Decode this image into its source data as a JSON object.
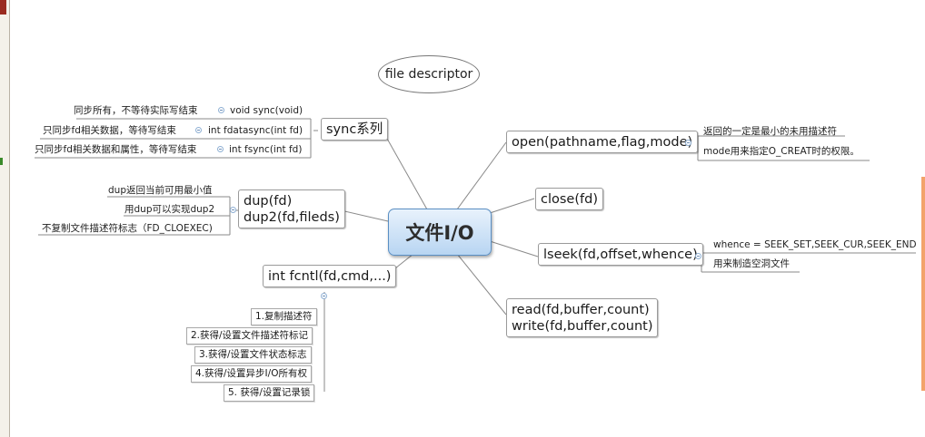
{
  "center": {
    "label": "文件I/O"
  },
  "floating_topic": {
    "label": "file descriptor"
  },
  "sync": {
    "label": "sync系列",
    "children": [
      {
        "desc": "同步所有，不等待实际写结束",
        "func": "void sync(void)"
      },
      {
        "desc": "只同步fd相关数据，等待写结束",
        "func": "int fdatasync(int fd)"
      },
      {
        "desc": "只同步fd相关数据和属性，等待写结束",
        "func": "int fsync(int fd)"
      }
    ]
  },
  "dup": {
    "line1": "dup(fd)",
    "line2": "dup2(fd,fileds)",
    "children": [
      "dup返回当前可用最小值",
      "用dup可以实现dup2",
      "不复制文件描述符标志（FD_CLOEXEC)"
    ]
  },
  "fcntl": {
    "label": "int fcntl(fd,cmd,...)",
    "children": [
      "1.复制描述符",
      "2.获得/设置文件描述符标记",
      "3.获得/设置文件状态标志",
      "4.获得/设置异步I/O所有权",
      "5. 获得/设置记录锁"
    ]
  },
  "open": {
    "label": "open(pathname,flag,mode)",
    "children": [
      "返回的一定是最小的未用描述符",
      "mode用来指定O_CREAT时的权限。"
    ]
  },
  "close": {
    "label": "close(fd)"
  },
  "lseek": {
    "label": "lseek(fd,offset,whence)",
    "children": [
      "whence = SEEK_SET,SEEK_CUR,SEEK_END",
      "用来制造空洞文件"
    ]
  },
  "readwrite": {
    "line1": "read(fd,buffer,count)",
    "line2": "write(fd,buffer,count)"
  }
}
